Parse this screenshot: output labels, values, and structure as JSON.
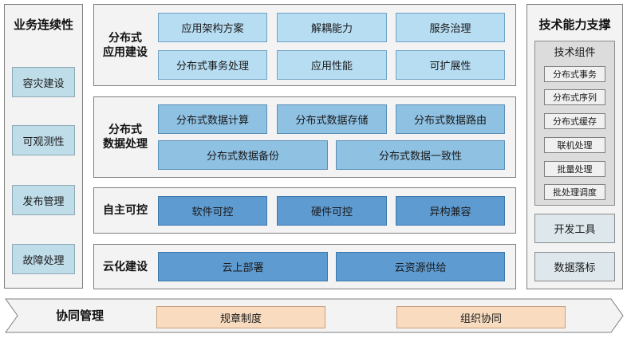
{
  "left": {
    "title": "业务连续性",
    "items": [
      "容灾建设",
      "可观测性",
      "发布管理",
      "故障处理"
    ]
  },
  "rows": {
    "app": {
      "title_line1": "分布式",
      "title_line2": "应用建设",
      "row1": [
        "应用架构方案",
        "解耦能力",
        "服务治理"
      ],
      "row2": [
        "分布式事务处理",
        "应用性能",
        "可扩展性"
      ]
    },
    "data": {
      "title_line1": "分布式",
      "title_line2": "数据处理",
      "row1": [
        "分布式数据计算",
        "分布式数据存储",
        "分布式数据路由"
      ],
      "row2": [
        "分布式数据备份",
        "分布式数据一致性"
      ]
    },
    "ctrl": {
      "title": "自主可控",
      "items": [
        "软件可控",
        "硬件可控",
        "异构兼容"
      ]
    },
    "cloud": {
      "title": "云化建设",
      "items": [
        "云上部署",
        "云资源供给"
      ]
    }
  },
  "right": {
    "title": "技术能力支撑",
    "group_title": "技术组件",
    "components": [
      "分布式事务",
      "分布式序列",
      "分布式缓存",
      "联机处理",
      "批量处理",
      "批处理调度"
    ],
    "tools": [
      "开发工具",
      "数据落标"
    ]
  },
  "bottom": {
    "title": "协同管理",
    "items": [
      "规章制度",
      "组织协同"
    ]
  }
}
